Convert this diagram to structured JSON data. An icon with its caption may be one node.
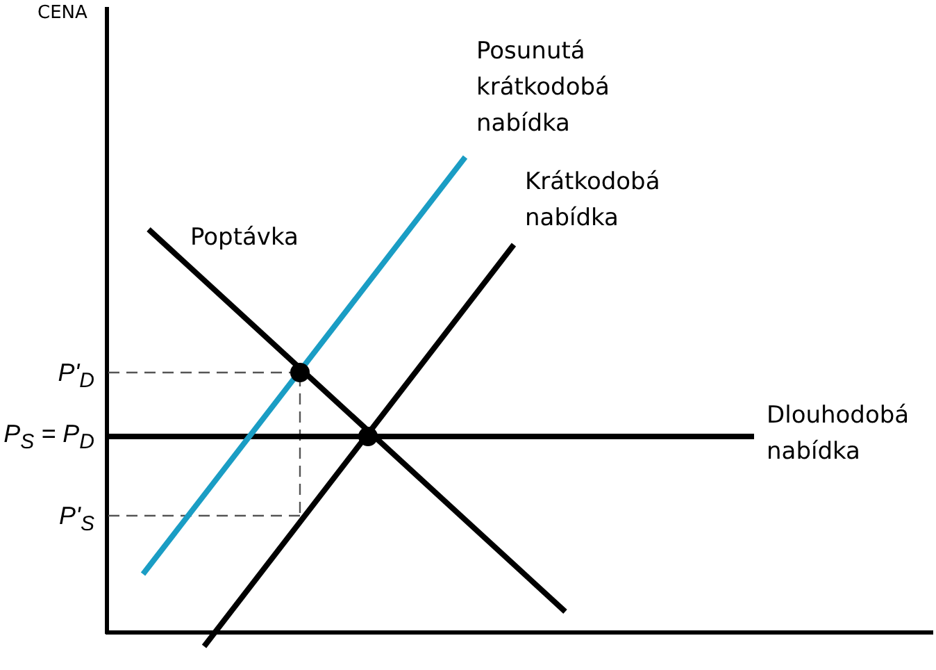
{
  "diagram": {
    "labels": [
      "CENA",
      "Posunutá krátkodobá nabídka",
      "Krátkodobá nabídka",
      "Poptávka",
      "P'$_{D}$",
      "P$_{S}$ = P$_{D}$",
      "P'$_{S}$",
      "Dlouhodobá nabídka"
    ]
  }
}
